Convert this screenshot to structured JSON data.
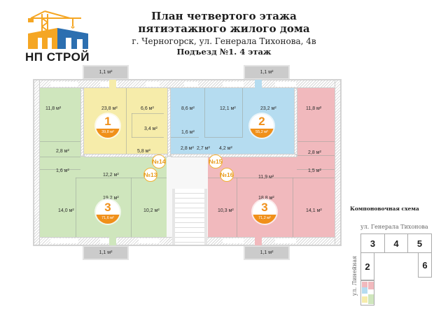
{
  "logo": {
    "company_name": "НП СТРОЙ",
    "colors": {
      "orange": "#f5a623",
      "blue": "#2c6fb0",
      "text": "#1a1a1a"
    }
  },
  "header": {
    "title_line1": "План четвертого этажа",
    "title_line2": "пятиэтажного жилого дома",
    "address": "г. Черногорск, ул. Генерала Тихонова, 4в",
    "entrance_floor": "Подъезд №1.  4 этаж"
  },
  "colors": {
    "apartment_1": "#f6ecaa",
    "apartment_2": "#b5dcf0",
    "apartment_3_left": "#cfe6bd",
    "apartment_3_right": "#f1b9bd",
    "badge_accent": "#f0901a",
    "balcony": "#cbcbcb"
  },
  "balconies": [
    {
      "id": "top-left",
      "area": "1,1 м²"
    },
    {
      "id": "top-right",
      "area": "1,1 м²"
    },
    {
      "id": "bottom-left",
      "area": "1,1 м²"
    },
    {
      "id": "bottom-right",
      "area": "1,1 м²"
    }
  ],
  "apartments": [
    {
      "id": "green",
      "number": "№13",
      "rooms_label": "3",
      "total_area": "71,6 м²",
      "rooms": [
        "11,8 м²",
        "2,8 м²",
        "1,6 м²",
        "12,2 м²",
        "19,2 м²",
        "14,0 м²",
        "10,2 м²"
      ]
    },
    {
      "id": "yellow",
      "number": "№14",
      "rooms_label": "1",
      "total_area": "39,8 м²",
      "rooms": [
        "23,8 м²",
        "6,6 м²",
        "3,4 м²",
        "5,8 м²"
      ]
    },
    {
      "id": "blue",
      "number": "№15",
      "rooms_label": "2",
      "total_area": "55,2 м²",
      "rooms": [
        "8,6 м²",
        "12,1 м²",
        "23,2 м²",
        "1,6 м²",
        "2,8 м²",
        "2,7 м²",
        "4,2 м²"
      ]
    },
    {
      "id": "pink",
      "number": "№16",
      "rooms_label": "3",
      "total_area": "71,2 м²",
      "rooms": [
        "11,8 м²",
        "2,8 м²",
        "1,5 м²",
        "11,9 м²",
        "18,8 м²",
        "10,3 м²",
        "14,1 м²"
      ]
    }
  ],
  "scheme": {
    "title": "Компоновочная схема",
    "street_top": "ул. Генерала Тихонова",
    "street_left": "ул. Линейная",
    "blocks": [
      "3",
      "4",
      "5",
      "2",
      "6"
    ]
  }
}
